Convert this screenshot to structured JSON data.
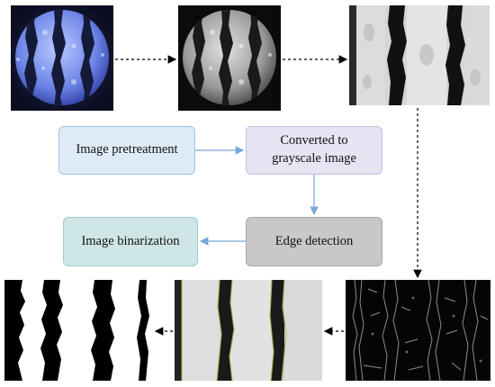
{
  "diagram": {
    "steps": [
      {
        "id": "pretreatment",
        "label": "Image pretreatment"
      },
      {
        "id": "grayscale",
        "label": "Converted to\ngrayscale image"
      },
      {
        "id": "edge",
        "label": "Edge detection"
      },
      {
        "id": "binarization",
        "label": "Image binarization"
      }
    ],
    "colors": {
      "pretreatment_fill": "#deebf7",
      "pretreatment_border": "#9dc3e6",
      "grayscale_fill": "#e7e4f3",
      "grayscale_border": "#c6bfe0",
      "edge_fill": "#c8c8c8",
      "edge_border": "#a6a6a6",
      "binarization_fill": "#cfe6e6",
      "binarization_border": "#9fcccc",
      "flow_arrow": "#7ba7d8",
      "dashed_arrow": "#000000"
    },
    "images": [
      {
        "name": "original-lens-image",
        "style": "blue circular stripe pattern"
      },
      {
        "name": "grayscale-lens-image",
        "style": "grayscale circular stripe pattern"
      },
      {
        "name": "cropped-grayscale-image",
        "style": "grayscale stripes"
      },
      {
        "name": "edge-detection-image",
        "style": "black background with gray edge lines"
      },
      {
        "name": "overlay-image",
        "style": "gray stripes with yellow edge outlines"
      },
      {
        "name": "binarized-image",
        "style": "black and white stripes"
      }
    ]
  }
}
